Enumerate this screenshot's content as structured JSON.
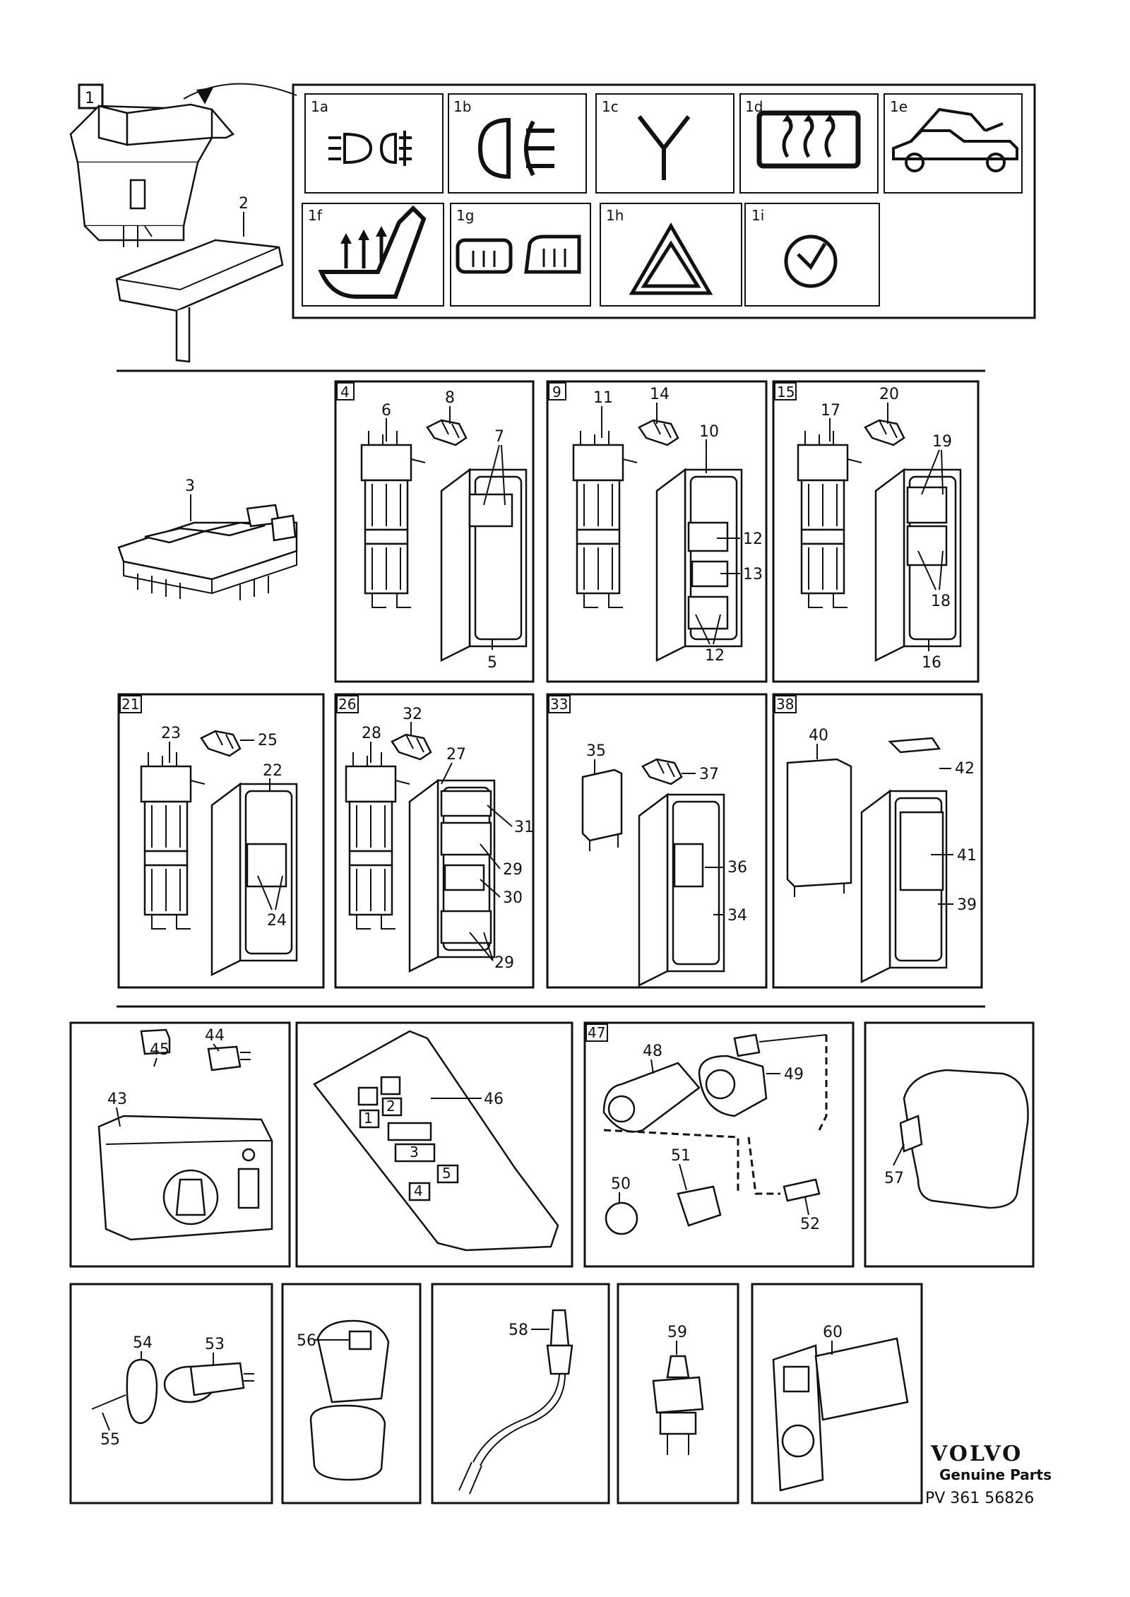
{
  "symbols": [
    {
      "id": "1a",
      "label": "1a",
      "icon": "fog-light-icon"
    },
    {
      "id": "1b",
      "label": "1b",
      "icon": "rear-fog-light-icon"
    },
    {
      "id": "1c",
      "label": "1c",
      "icon": "antenna-icon"
    },
    {
      "id": "1d",
      "label": "1d",
      "icon": "rear-window-defrost-icon"
    },
    {
      "id": "1e",
      "label": "1e",
      "icon": "convertible-roof-icon"
    },
    {
      "id": "1f",
      "label": "1f",
      "icon": "heated-seat-icon"
    },
    {
      "id": "1g",
      "label": "1g",
      "icon": "heated-mirror-icon"
    },
    {
      "id": "1h",
      "label": "1h",
      "icon": "hazard-warning-icon"
    },
    {
      "id": "1i",
      "label": "1i",
      "icon": "clock-icon"
    }
  ],
  "group_labels": {
    "g1": "1",
    "g4": "4",
    "g9": "9",
    "g15": "15",
    "g21": "21",
    "g26": "26",
    "g33": "33",
    "g38": "38",
    "g47": "47"
  },
  "callouts": {
    "c2": "2",
    "c3": "3",
    "c5": "5",
    "c6": "6",
    "c7": "7",
    "c8": "8",
    "c10": "10",
    "c11": "11",
    "c12a": "12",
    "c12b": "12",
    "c13": "13",
    "c14": "14",
    "c16": "16",
    "c17": "17",
    "c18": "18",
    "c19": "19",
    "c20": "20",
    "c22": "22",
    "c23": "23",
    "c24": "24",
    "c25": "25",
    "c27": "27",
    "c28": "28",
    "c29a": "29",
    "c29b": "29",
    "c30": "30",
    "c31": "31",
    "c32": "32",
    "c34": "34",
    "c35": "35",
    "c36": "36",
    "c37": "37",
    "c39": "39",
    "c40": "40",
    "c41": "41",
    "c42": "42",
    "c43": "43",
    "c44": "44",
    "c45": "45",
    "c46": "46",
    "c48": "48",
    "c49": "49",
    "c50": "50",
    "c51": "51",
    "c52": "52",
    "c53": "53",
    "c54": "54",
    "c55": "55",
    "c56": "56",
    "c57": "57",
    "c58": "58",
    "c59": "59",
    "c60": "60"
  },
  "panel46_keys": {
    "k1": "1",
    "k2": "2",
    "k3": "3",
    "k4": "4",
    "k5": "5"
  },
  "footer": {
    "brand": "VOLVO",
    "genuine": "Genuine Parts",
    "code": "PV 361 56826"
  }
}
